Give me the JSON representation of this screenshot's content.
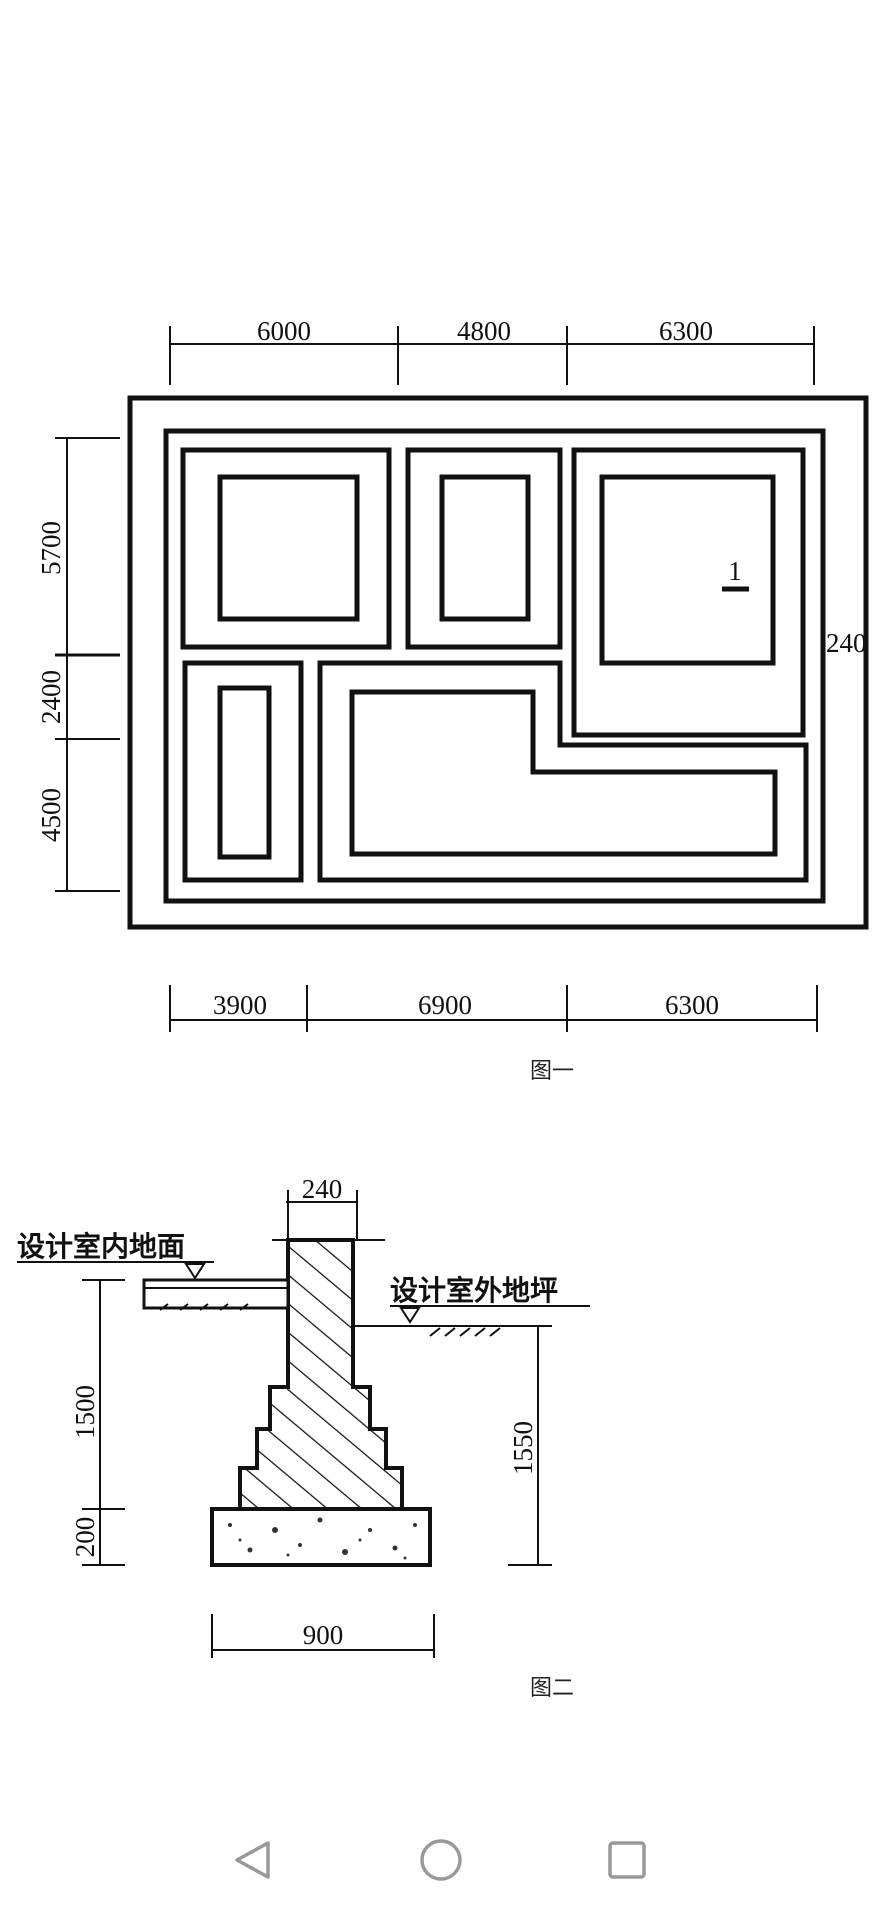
{
  "figure1": {
    "caption": "图一",
    "top_dims": [
      "6000",
      "4800",
      "6300"
    ],
    "bottom_dims": [
      "3900",
      "6900",
      "6300"
    ],
    "left_dims": [
      "5700",
      "2400",
      "4500"
    ],
    "wall_thickness": "240",
    "section_mark": "1"
  },
  "figure2": {
    "caption": "图二",
    "wall_width": "240",
    "indoor_label": "设计室内地面",
    "outdoor_label": "设计室外地坪",
    "left_dims": [
      "1500",
      "200"
    ],
    "right_dim": "1550",
    "footing_width": "900"
  },
  "navbar": {
    "icons": [
      "back-icon",
      "home-icon",
      "recents-icon"
    ]
  }
}
